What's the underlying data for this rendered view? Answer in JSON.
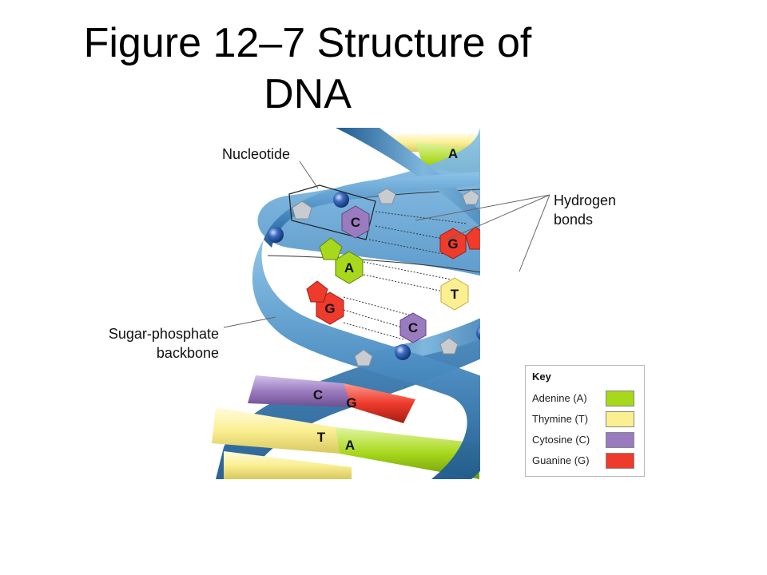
{
  "title": {
    "line1": "Figure 12–7 Structure of",
    "line2": "DNA"
  },
  "labels": {
    "nucleotide": "Nucleotide",
    "hydrogen_bonds_1": "Hydrogen",
    "hydrogen_bonds_2": "bonds",
    "backbone_1": "Sugar-phosphate",
    "backbone_2": "backbone"
  },
  "bases": {
    "a": "A",
    "t": "T",
    "c": "C",
    "g": "G"
  },
  "key": {
    "title": "Key",
    "items": [
      {
        "label": "Adenine (A)",
        "color": "#a8d81b"
      },
      {
        "label": "Thymine (T)",
        "color": "#fbef92"
      },
      {
        "label": "Cytosine (C)",
        "color": "#9b7bbf"
      },
      {
        "label": "Guanine (G)",
        "color": "#ee3b2c"
      }
    ]
  },
  "colors": {
    "backbone_blue": "#4b8fc4",
    "sugar_gray": "#c8ccd0",
    "phosphate_blue": "#2c57a6",
    "adenine": "#a8d81b",
    "thymine": "#fbef92",
    "cytosine": "#9b7bbf",
    "guanine": "#ee3b2c"
  },
  "icons": {
    "backbone": "helix-ribbon",
    "sugar": "pentagon",
    "phosphate": "sphere",
    "base": "hexagon"
  }
}
